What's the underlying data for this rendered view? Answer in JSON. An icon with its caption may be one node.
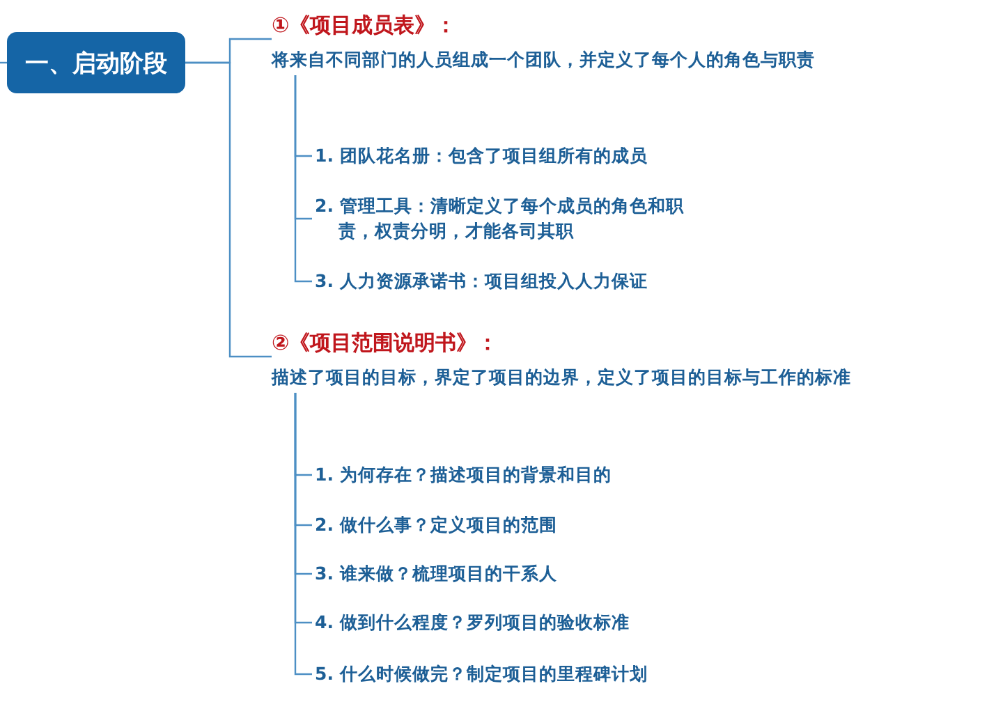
{
  "diagram": {
    "nodes": [
      {
        "text": [
          "一、启动阶段"
        ]
      },
      {
        "text": [
          "①《项目成员表》：",
          "将来自不同部门的人员组成一个团队，并定义了每个人的角色与职责"
        ]
      },
      {
        "text": [
          "1. 团队花名册：包含了项目组所有的成员"
        ]
      },
      {
        "text": [
          "2. 管理工具：清晰定义了每个成员的角色和职责，权责分明，才能各司其职"
        ]
      },
      {
        "text": [
          "3. 人力资源承诺书：项目组投入人力保证"
        ]
      },
      {
        "text": [
          "②《项目范围说明书》：",
          "描述了项目的目标，界定了项目的边界，定义了项目的目标与工作的标准"
        ]
      },
      {
        "text": [
          "1. 为何存在？描述项目的背景和目的"
        ]
      },
      {
        "text": [
          "2. 做什么事？定义项目的范围"
        ]
      },
      {
        "text": [
          "3. 谁来做？梳理项目的干系人"
        ]
      },
      {
        "text": [
          "4. 做到什么程度？罗列项目的验收标准"
        ]
      },
      {
        "text": [
          "5. 什么时候做完？制定项目的里程碑计划"
        ]
      }
    ],
    "edges": [
      {
        "from": null,
        "to": 0,
        "arrow": "none"
      },
      {
        "from": 0,
        "to": 1,
        "arrow": "none"
      },
      {
        "from": 0,
        "to": 5,
        "arrow": "none"
      },
      {
        "from": 1,
        "to": 2,
        "arrow": "none"
      },
      {
        "from": 1,
        "to": 3,
        "arrow": "none"
      },
      {
        "from": 1,
        "to": 4,
        "arrow": "none"
      },
      {
        "from": 5,
        "to": 6,
        "arrow": "none"
      },
      {
        "from": 5,
        "to": 7,
        "arrow": "none"
      },
      {
        "from": 5,
        "to": 8,
        "arrow": "none"
      },
      {
        "from": 5,
        "to": 9,
        "arrow": "none"
      },
      {
        "from": 5,
        "to": 10,
        "arrow": "none"
      }
    ]
  }
}
